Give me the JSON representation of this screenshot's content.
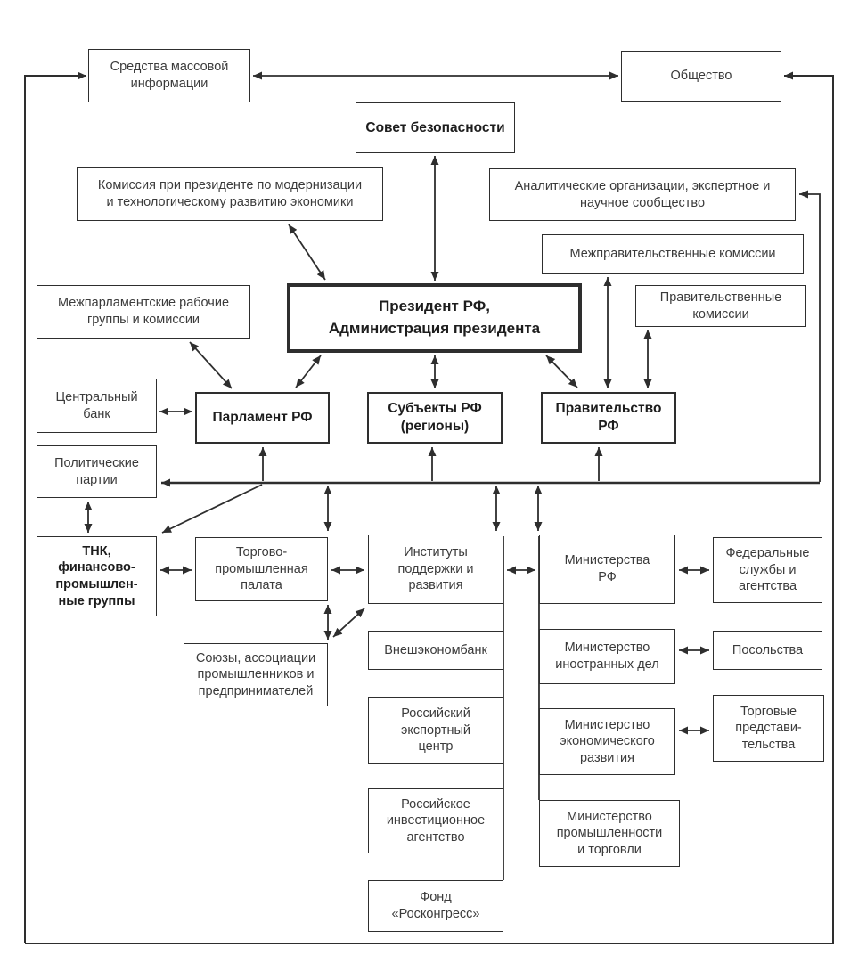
{
  "diagram": {
    "type": "org-structure-flowchart",
    "language": "ru",
    "colors": {
      "background": "#ffffff",
      "line": "#2e2e2e",
      "box_border": "#2e2e2e",
      "text": "#3b3b3b",
      "bold_text": "#1d1d1d"
    },
    "nodes": {
      "smi": {
        "label": "Средства массовой\nинформации"
      },
      "society": {
        "label": "Общество"
      },
      "security_council": {
        "label": "Совет безопасности"
      },
      "modernization_commission": {
        "label": "Комиссия при президенте по модернизации\nи технологическому развитию экономики"
      },
      "analytic_orgs": {
        "label": "Аналитические организации, экспертное и\nнаучное сообщество"
      },
      "intergov_commissions": {
        "label": "Межправительственные комиссии"
      },
      "gov_commissions": {
        "label": "Правительственные\nкомиссии"
      },
      "president": {
        "label": "Президент РФ,\nАдминистрация президента"
      },
      "interparl_groups": {
        "label": "Межпарламентские рабочие\nгруппы и комиссии"
      },
      "central_bank": {
        "label": "Центральный\nбанк"
      },
      "parliament": {
        "label": "Парламент РФ"
      },
      "subjects": {
        "label": "Субъекты РФ\n(регионы)"
      },
      "government": {
        "label": "Правительство\nРФ"
      },
      "parties": {
        "label": "Политические\nпартии"
      },
      "tnk": {
        "label": "ТНК,\nфинансово-\nпромышлен-\nные группы"
      },
      "trade_chamber": {
        "label": "Торгово-\nпромышленная\nпалата"
      },
      "institutes": {
        "label": "Институты\nподдержки и\nразвития"
      },
      "ministries": {
        "label": "Министерства\nРФ"
      },
      "fed_services": {
        "label": "Федеральные\nслужбы и\nагентства"
      },
      "unions": {
        "label": "Союзы, ассоциации\nпромышленников и\nпредпринимателей"
      },
      "veb": {
        "label": "Внешэкономбанк"
      },
      "embassies": {
        "label": "Посольства"
      },
      "mfa": {
        "label": "Министерство\nиностранных дел"
      },
      "rec": {
        "label": "Российский\nэкспортный\nцентр"
      },
      "economy_ministry": {
        "label": "Министерство\nэкономического\nразвития"
      },
      "trade_reps": {
        "label": "Торговые\nпредстави-\nтельства"
      },
      "ria": {
        "label": "Российское\nинвестиционное\nагентство"
      },
      "industry_ministry": {
        "label": "Министерство\nпромышленности\nи торговли"
      },
      "roscongress": {
        "label": "Фонд\n«Росконгресс»"
      }
    },
    "edges": [
      {
        "from": "outer-loop-left",
        "to": "smi",
        "arrows": "to"
      },
      {
        "from": "outer-loop-right",
        "to": "society",
        "arrows": "to"
      },
      {
        "from": "smi",
        "to": "society",
        "arrows": "both"
      },
      {
        "from": "security_council",
        "to": "president",
        "arrows": "both"
      },
      {
        "from": "modernization_commission",
        "to": "president",
        "arrows": "both"
      },
      {
        "from": "bus-line",
        "to": "analytic_orgs",
        "arrows": "to"
      },
      {
        "from": "bus-line",
        "to": "parties",
        "arrows": "to"
      },
      {
        "from": "intergov_commissions",
        "to": "government",
        "arrows": "both"
      },
      {
        "from": "gov_commissions",
        "to": "government",
        "arrows": "both"
      },
      {
        "from": "president",
        "to": "parliament",
        "arrows": "both"
      },
      {
        "from": "president",
        "to": "subjects",
        "arrows": "both"
      },
      {
        "from": "president",
        "to": "government",
        "arrows": "both"
      },
      {
        "from": "interparl_groups",
        "to": "parliament",
        "arrows": "both"
      },
      {
        "from": "central_bank",
        "to": "parliament",
        "arrows": "both"
      },
      {
        "from": "bus-line",
        "to": "parliament",
        "arrows": "to"
      },
      {
        "from": "bus-line",
        "to": "subjects",
        "arrows": "to"
      },
      {
        "from": "bus-line",
        "to": "government",
        "arrows": "to"
      },
      {
        "from": "parties",
        "to": "tnk",
        "arrows": "both"
      },
      {
        "from": "bus-line",
        "to": "tnk",
        "arrows": "to"
      },
      {
        "from": "bus-line",
        "to": "trade_chamber",
        "arrows": "both"
      },
      {
        "from": "bus-line",
        "to": "institutes",
        "arrows": "both"
      },
      {
        "from": "bus-line",
        "to": "ministries",
        "arrows": "both"
      },
      {
        "from": "tnk",
        "to": "trade_chamber",
        "arrows": "both"
      },
      {
        "from": "trade_chamber",
        "to": "institutes",
        "arrows": "both"
      },
      {
        "from": "trade_chamber",
        "to": "unions",
        "arrows": "both"
      },
      {
        "from": "unions",
        "to": "institutes",
        "arrows": "both"
      },
      {
        "from": "institutes",
        "to": "ministries",
        "arrows": "both"
      },
      {
        "from": "ministries",
        "to": "fed_services",
        "arrows": "both"
      },
      {
        "from": "mfa",
        "to": "embassies",
        "arrows": "both"
      },
      {
        "from": "economy_ministry",
        "to": "trade_reps",
        "arrows": "both"
      },
      {
        "from": "institutes",
        "to": "veb,rec,ria,roscongress",
        "arrows": "none"
      },
      {
        "from": "ministries",
        "to": "mfa,economy_ministry,industry_ministry",
        "arrows": "none"
      }
    ]
  }
}
